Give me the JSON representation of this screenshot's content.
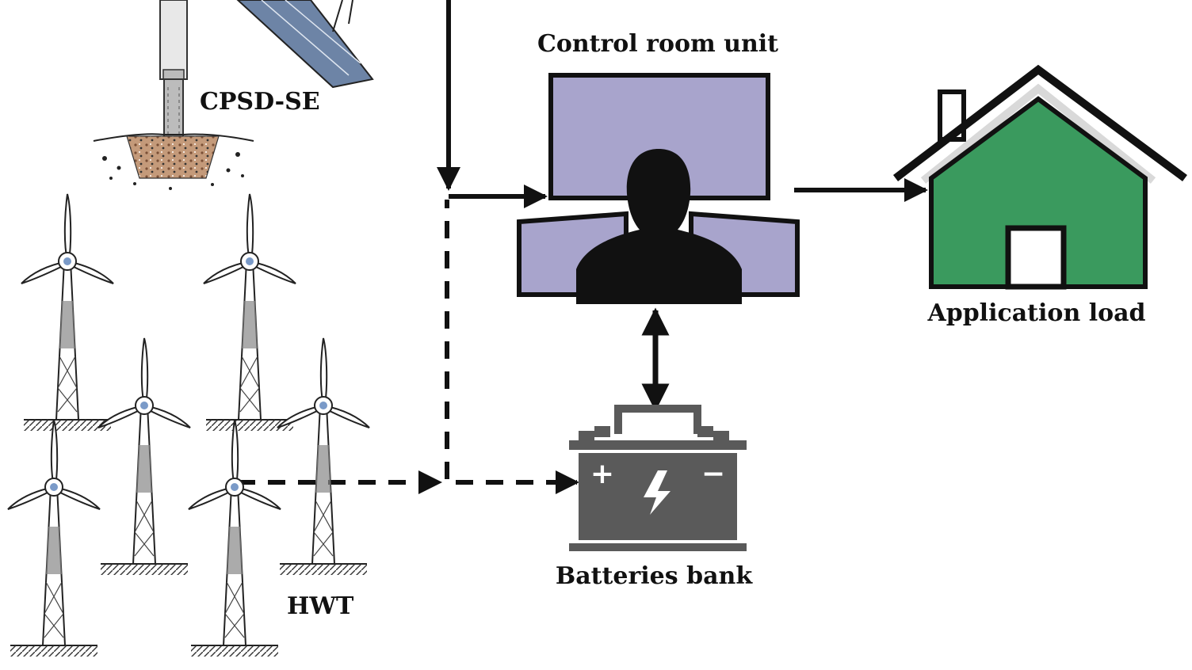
{
  "labels": {
    "solar_pump": "CPSD-SE",
    "control_room": "Control room unit",
    "load": "Application load",
    "battery": "Batteries bank",
    "wind": "HWT"
  },
  "battery_symbols": {
    "plus": "+",
    "minus": "−"
  },
  "colors": {
    "monitor_screen": "#a8a4cc",
    "house_fill": "#3a9a5e",
    "battery_body": "#5a5a5a",
    "silhouette": "#111111",
    "line": "#111111"
  },
  "icons": {
    "person": "person-silhouette-icon",
    "lightning": "lightning-icon",
    "house": "house-icon"
  }
}
